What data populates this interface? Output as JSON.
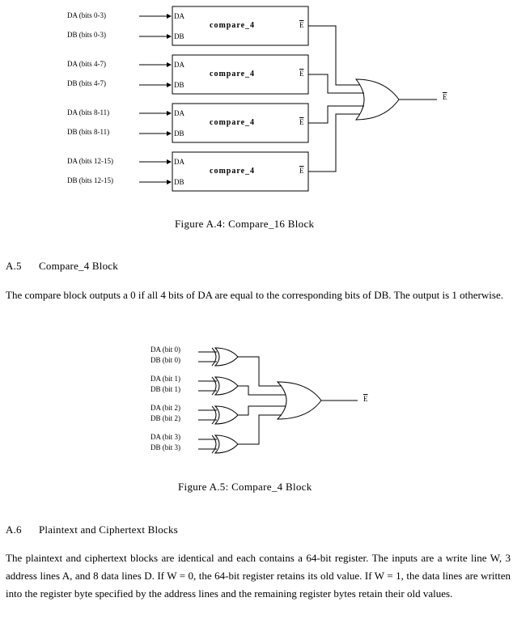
{
  "figure_a4": {
    "block_label": "compare_4",
    "port_da": "DA",
    "port_db": "DB",
    "port_e": "E",
    "output": "E",
    "inputs": [
      {
        "da": "DA (bits 0-3)",
        "db": "DB (bits 0-3)"
      },
      {
        "da": "DA (bits 4-7)",
        "db": "DB (bits 4-7)"
      },
      {
        "da": "DA (bits 8-11)",
        "db": "DB (bits 8-11)"
      },
      {
        "da": "DA (bits 12-15)",
        "db": "DB (bits 12-15)"
      }
    ],
    "caption": "Figure A.4:  Compare_16 Block"
  },
  "section_a5": {
    "number": "A.5",
    "title": "Compare_4 Block",
    "paragraph": "The compare block outputs a 0 if all 4 bits of DA are equal to the corresponding bits of DB.  The output is 1 otherwise."
  },
  "figure_a5": {
    "inputs": [
      {
        "da": "DA (bit 0)",
        "db": "DB (bit 0)"
      },
      {
        "da": "DA (bit 1)",
        "db": "DB (bit 1)"
      },
      {
        "da": "DA (bit 2)",
        "db": "DB (bit 2)"
      },
      {
        "da": "DA (bit 3)",
        "db": "DB (bit 3)"
      }
    ],
    "output": "E",
    "caption": "Figure A.5:  Compare_4 Block"
  },
  "section_a6": {
    "number": "A.6",
    "title": "Plaintext and Ciphertext Blocks",
    "paragraph": "The plaintext and ciphertext blocks are identical and each contains a 64-bit register.  The inputs are a write line W, 3 address lines A, and 8 data lines D.  If W = 0, the 64-bit register retains its old value.  If W = 1, the data lines are written into the register byte specified by the address lines and the remaining register bytes retain their old values."
  }
}
